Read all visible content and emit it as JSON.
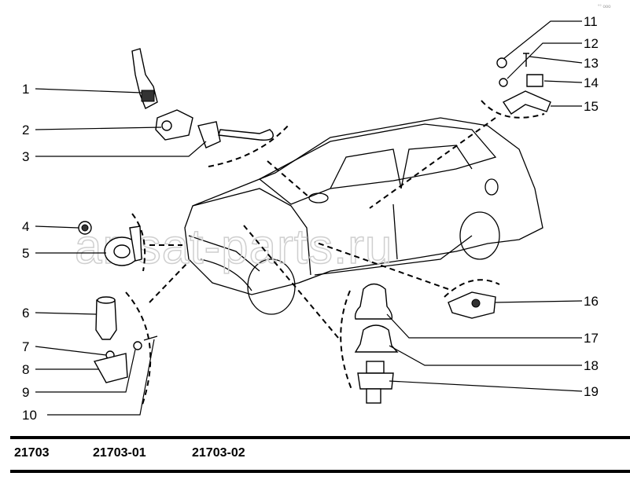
{
  "watermark": "ar-sat-parts.ru",
  "corner_mark": "°° ooo",
  "callouts": [
    "1",
    "2",
    "3",
    "4",
    "5",
    "6",
    "7",
    "8",
    "9",
    "10",
    "11",
    "12",
    "13",
    "14",
    "15",
    "16",
    "17",
    "18",
    "19"
  ],
  "footer": {
    "variants": [
      "21703",
      "21703-01",
      "21703-02"
    ]
  }
}
